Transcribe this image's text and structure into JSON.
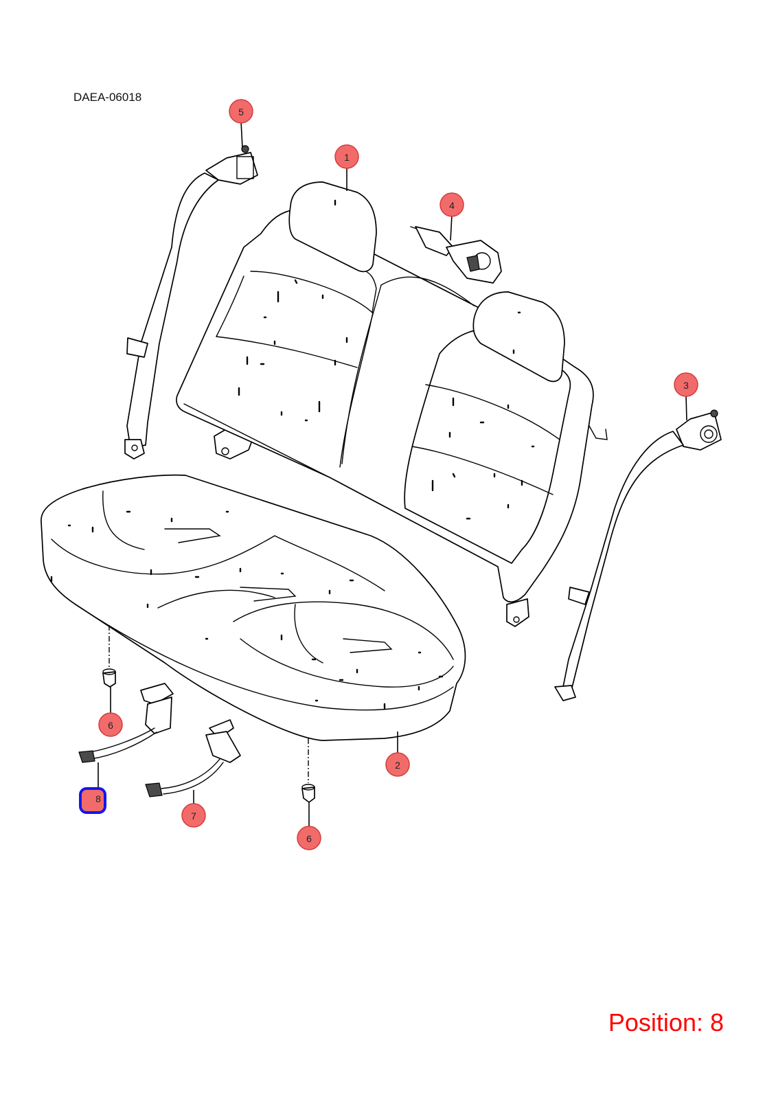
{
  "diagram_code": "DAEA-06018",
  "position_label": "Position: 8",
  "selected_position": "8",
  "colors": {
    "callout_fill": "#f26b6b",
    "callout_stroke": "#d43a3a",
    "selected_outline": "#1515ee",
    "position_text": "#ff0000"
  },
  "callouts": [
    {
      "id": "1",
      "label": "1"
    },
    {
      "id": "2",
      "label": "2"
    },
    {
      "id": "3",
      "label": "3"
    },
    {
      "id": "4",
      "label": "4"
    },
    {
      "id": "5",
      "label": "5"
    },
    {
      "id": "6a",
      "label": "6"
    },
    {
      "id": "6b",
      "label": "6"
    },
    {
      "id": "7",
      "label": "7"
    },
    {
      "id": "8",
      "label": "8"
    }
  ]
}
